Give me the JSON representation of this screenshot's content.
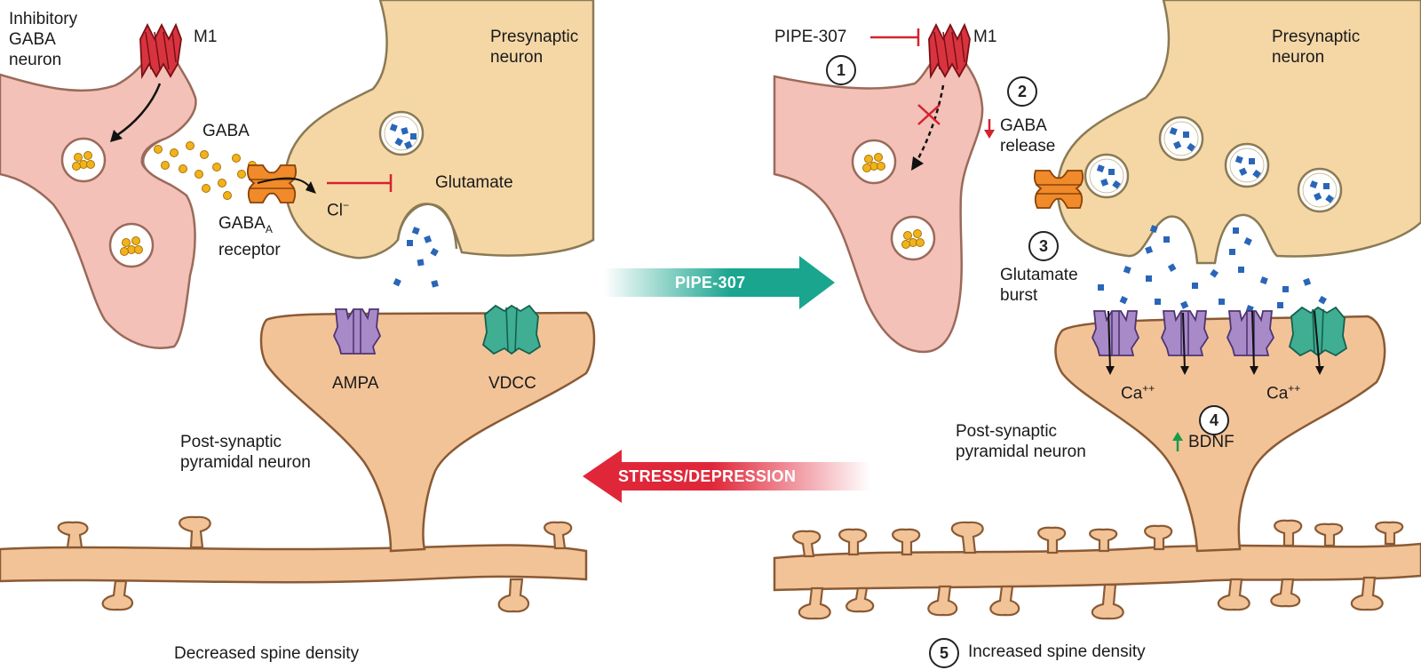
{
  "left": {
    "inhibitory_label": "Inhibitory\nGABA\nneuron",
    "m1": "M1",
    "presynaptic": "Presynaptic\nneuron",
    "gaba": "GABA",
    "glutamate": "Glutamate",
    "cl": "Cl",
    "cl_sup": "−",
    "gaba_a_base": "GABA",
    "gaba_a_sub": "A",
    "receptor": "receptor",
    "ampa": "AMPA",
    "vdcc": "VDCC",
    "postsynaptic": "Post-synaptic\npyramidal neuron",
    "spine_density": "Decreased spine density"
  },
  "center": {
    "forward_arrow": "PIPE-307",
    "backward_arrow": "STRESS/DEPRESSION",
    "forward_color": "#1aa58f",
    "backward_color": "#e0273a"
  },
  "right": {
    "pipe": "PIPE-307",
    "m1": "M1",
    "presynaptic": "Presynaptic\nneuron",
    "gaba_release": "GABA\nrelease",
    "glutamate_burst": "Glutamate\nburst",
    "ca1_base": "Ca",
    "ca1_sup": "++",
    "ca2_base": "Ca",
    "ca2_sup": "++",
    "bdnf": "BDNF",
    "postsynaptic": "Post-synaptic\npyramidal neuron",
    "spine_density": "Increased spine density",
    "steps": [
      "1",
      "2",
      "3",
      "4",
      "5"
    ]
  }
}
